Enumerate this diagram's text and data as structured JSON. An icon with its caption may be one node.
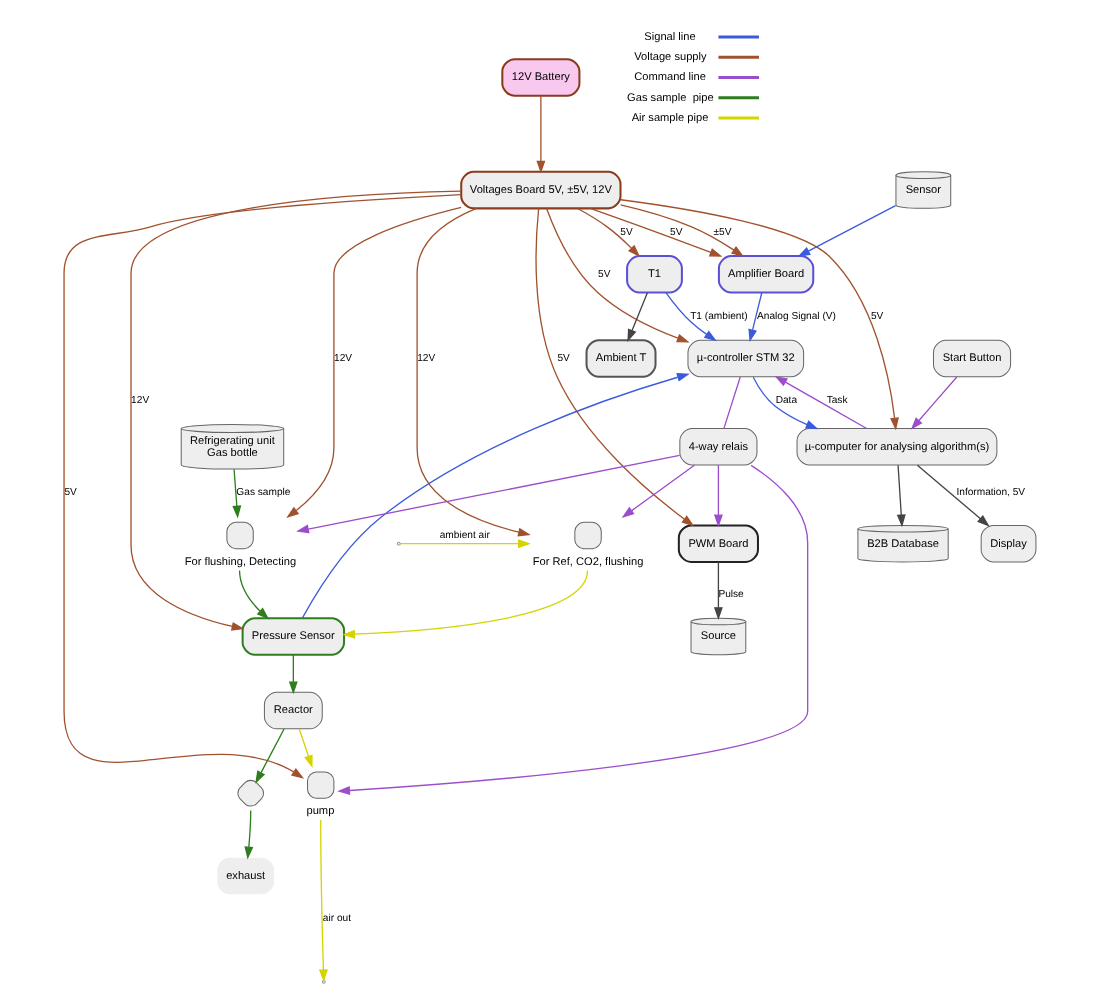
{
  "diagram": {
    "nodes": [
      {
        "text": [
          "Amplifier Board"
        ]
      },
      {
        "text": [
          "12V Battery"
        ]
      },
      {
        "text": [
          "Voltages Board 5V, ±5V, 12V"
        ]
      },
      {
        "text": [
          "Sensor"
        ]
      },
      {
        "text": [
          "Reactor"
        ]
      },
      {
        "text": [
          "Source"
        ]
      },
      {
        "text": [
          "PWM Board"
        ]
      },
      {
        "text": [
          "Pressure Sensor"
        ]
      },
      {
        "text": [
          "Ambient T"
        ]
      },
      {
        "text": [
          "T1"
        ]
      },
      {
        "text": [
          "Refrigerating unit",
          "Gas bottle"
        ]
      },
      {
        "text": [],
        "shape": "circle",
        "beside": [
          "pump"
        ]
      },
      {
        "text": [],
        "shape": "valve"
      },
      {
        "text": [],
        "shape": "valve",
        "beside": [
          "For flushing, Detecting"
        ]
      },
      {
        "text": [],
        "shape": "valve",
        "beside": [
          "For Ref, CO2, flushing"
        ]
      },
      {
        "text": [
          "4-way relais"
        ]
      },
      {
        "text": [
          "µ-controller STM 32"
        ]
      },
      {
        "text": [
          "µ-computer for analysing algorithm(s)"
        ]
      },
      {
        "text": [
          "Display"
        ]
      },
      {
        "text": [
          "B2B Database"
        ]
      },
      {
        "text": [
          "Start Button"
        ]
      },
      {
        "text": [
          "exhaust"
        ]
      }
    ],
    "edges": [
      {
        "from": 1,
        "to": 2,
        "arrow": "to",
        "color": "#a0522d"
      },
      {
        "from": 2,
        "to": 0,
        "label": "5V",
        "arrow": "to",
        "color": "#a0522d"
      },
      {
        "from": 2,
        "to": 0,
        "label": "±5V",
        "arrow": "to",
        "color": "#a0522d"
      },
      {
        "from": 2,
        "to": 11,
        "label": "5V",
        "arrow": "to",
        "color": "#a0522d"
      },
      {
        "from": 2,
        "to": 7,
        "label": "12V",
        "arrow": "to",
        "color": "#a0522d"
      },
      {
        "from": 2,
        "to": 6,
        "label": "5V",
        "arrow": "to",
        "color": "#a0522d"
      },
      {
        "from": 2,
        "to": 9,
        "label": "5V",
        "arrow": "to",
        "color": "#a0522d"
      },
      {
        "from": 2,
        "to": 13,
        "label": "12V",
        "arrow": "to",
        "color": "#a0522d"
      },
      {
        "from": 2,
        "to": 14,
        "label": "12V",
        "arrow": "to",
        "color": "#a0522d"
      },
      {
        "from": 2,
        "to": 16,
        "label": "5V",
        "arrow": "to",
        "color": "#a0522d"
      },
      {
        "from": 2,
        "to": 17,
        "label": "5V",
        "arrow": "to",
        "color": "#a0522d"
      },
      {
        "from": 3,
        "to": 0,
        "arrow": "to",
        "color": "#3b5bdb"
      },
      {
        "from": 0,
        "to": 16,
        "label": "Analog Signal (V)",
        "arrow": "to",
        "color": "#3b5bdb"
      },
      {
        "from": 7,
        "to": 16,
        "arrow": "to",
        "color": "#3b5bdb"
      },
      {
        "from": 9,
        "to": 16,
        "label": "T1 (ambient)",
        "arrow": "to",
        "color": "#3b5bdb"
      },
      {
        "from": 9,
        "to": 8,
        "arrow": "to",
        "color": "#444444"
      },
      {
        "from": 6,
        "to": 5,
        "label": "Pulse",
        "arrow": "to",
        "color": "#444444"
      },
      {
        "from": 16,
        "to": 17,
        "label": "Data",
        "arrow": "to",
        "color": "#3b5bdb"
      },
      {
        "from": 17,
        "to": 16,
        "label": "Task",
        "arrow": "to",
        "color": "#9b4dca"
      },
      {
        "from": 17,
        "to": 18,
        "label": "Information, 5V",
        "arrow": "to",
        "color": "#444444"
      },
      {
        "from": 17,
        "to": 19,
        "arrow": "to",
        "color": "#444444"
      },
      {
        "from": 20,
        "to": 17,
        "arrow": "to",
        "color": "#9b4dca"
      },
      {
        "from": 16,
        "to": 15,
        "arrow": "none",
        "color": "#9b4dca"
      },
      {
        "from": 15,
        "to": 11,
        "arrow": "to",
        "color": "#9b4dca"
      },
      {
        "from": 15,
        "to": 13,
        "arrow": "to",
        "color": "#9b4dca"
      },
      {
        "from": 15,
        "to": 14,
        "arrow": "to",
        "color": "#9b4dca"
      },
      {
        "from": 15,
        "to": 6,
        "arrow": "to",
        "color": "#9b4dca"
      },
      {
        "from": 10,
        "to": 13,
        "label": "Gas sample",
        "arrow": "to",
        "color": "#2f7d1f"
      },
      {
        "from": 13,
        "to": 7,
        "arrow": "to",
        "color": "#2f7d1f"
      },
      {
        "from": 7,
        "to": 4,
        "arrow": "to",
        "color": "#2f7d1f"
      },
      {
        "from": 4,
        "to": 12,
        "arrow": "to",
        "color": "#2f7d1f"
      },
      {
        "from": 12,
        "to": 21,
        "arrow": "to",
        "color": "#2f7d1f"
      },
      {
        "from": null,
        "to": 14,
        "label": "ambient air",
        "arrow": "to",
        "color": "#d4d400"
      },
      {
        "from": 14,
        "to": 7,
        "arrow": "to",
        "color": "#d4d400"
      },
      {
        "from": 4,
        "to": 11,
        "arrow": "to",
        "color": "#d4d400"
      },
      {
        "from": 11,
        "to": null,
        "label": "air out",
        "arrow": "to",
        "color": "#d4d400"
      }
    ],
    "legend": [
      {
        "text": "Signal line"
      },
      {
        "text": "Voltage supply"
      },
      {
        "text": "Command line"
      },
      {
        "text": "Gas sample  pipe"
      },
      {
        "text": "Air sample pipe"
      }
    ]
  }
}
